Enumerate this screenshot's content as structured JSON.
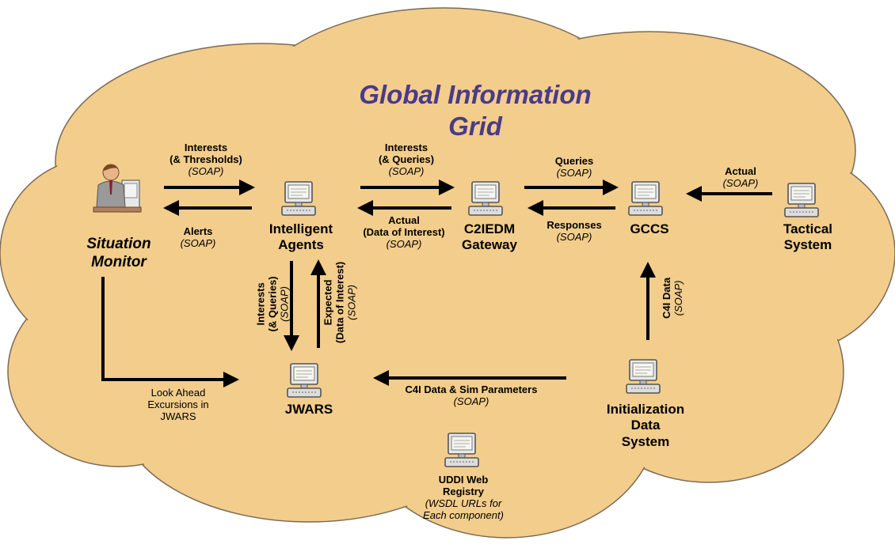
{
  "title": {
    "line1": "Global Information",
    "line2": "Grid"
  },
  "colors": {
    "cloud": "#f2cd8c",
    "cloud_stroke": "#7a6a55",
    "title": "#4a3a8a",
    "arrow": "#000000",
    "computer": "#555555"
  },
  "nodes": {
    "situation_monitor": {
      "line1": "Situation",
      "line2": "Monitor"
    },
    "intelligent_agents": {
      "line1": "Intelligent",
      "line2": "Agents"
    },
    "c2iedm_gateway": {
      "line1": "C2IEDM",
      "line2": "Gateway"
    },
    "gccs": {
      "line1": "GCCS"
    },
    "tactical_system": {
      "line1": "Tactical",
      "line2": "System"
    },
    "jwars": {
      "line1": "JWARS"
    },
    "initialization_data_system": {
      "line1": "Initialization",
      "line2": "Data",
      "line3": "System"
    },
    "uddi": {
      "line1": "UDDI Web",
      "line2": "Registry",
      "line3": "(WSDL URLs for",
      "line4": "Each component)"
    }
  },
  "edges": {
    "monitor_to_agents": {
      "line1": "Interests",
      "line2": "(& Thresholds)",
      "protocol": "(SOAP)"
    },
    "agents_to_monitor": {
      "line1": "Alerts",
      "protocol": "(SOAP)"
    },
    "agents_to_gateway": {
      "line1": "Interests",
      "line2": "(& Queries)",
      "protocol": "(SOAP)"
    },
    "gateway_to_agents": {
      "line1": "Actual",
      "line2": "(Data of Interest)",
      "protocol": "(SOAP)"
    },
    "gateway_to_gccs": {
      "line1": "Queries",
      "protocol": "(SOAP)"
    },
    "gccs_to_gateway": {
      "line1": "Responses",
      "protocol": "(SOAP)"
    },
    "tactical_to_gccs": {
      "line1": "Actual",
      "protocol": "(SOAP)"
    },
    "agents_to_jwars": {
      "line1": "Interests",
      "line2": "(& Queries)",
      "protocol": "(SOAP)"
    },
    "jwars_to_agents": {
      "line1": "Expected",
      "line2": "(Data of Interest)",
      "protocol": "(SOAP)"
    },
    "init_to_gccs": {
      "line1": "C4I Data",
      "protocol": "(SOAP)"
    },
    "init_to_jwars": {
      "line1": "C4I Data & Sim Parameters",
      "protocol": "(SOAP)"
    },
    "monitor_to_jwars": {
      "line1": "Look Ahead",
      "line2": "Excursions in",
      "line3": "JWARS"
    }
  }
}
